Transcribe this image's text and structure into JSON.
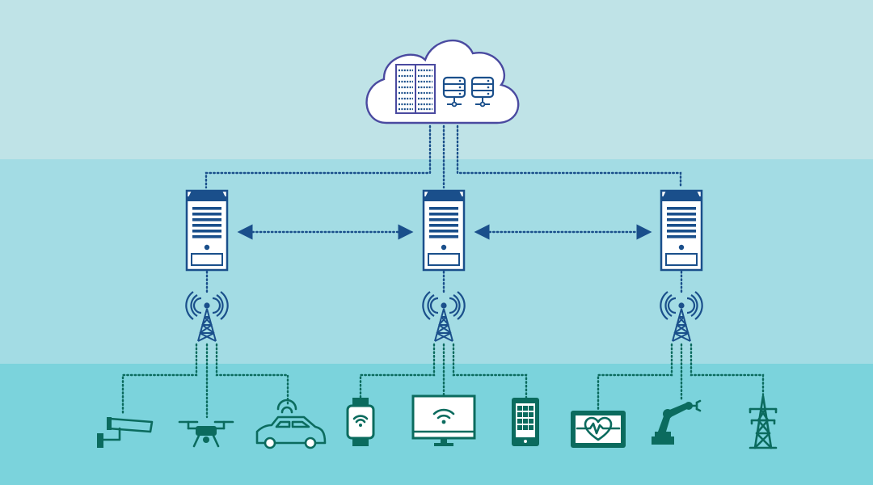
{
  "diagram": {
    "layers": [
      "cloud",
      "edge",
      "device"
    ],
    "colors": {
      "cloud_band": "#bfe3e7",
      "edge_band": "#a3dce4",
      "device_band": "#7bd3dc",
      "server_blue": "#1a4f8b",
      "cloud_outline": "#4a4aa0",
      "device_green": "#0b6b5e"
    },
    "cloud": {
      "icons": [
        "server-rack-icon",
        "database-icon",
        "database-icon"
      ]
    },
    "edge_nodes": [
      {
        "icon": "edge-server-icon",
        "tower": "antenna-tower-icon",
        "devices": [
          "security-camera-icon",
          "drone-icon",
          "connected-car-icon"
        ]
      },
      {
        "icon": "edge-server-icon",
        "tower": "antenna-tower-icon",
        "devices": [
          "smartwatch-icon",
          "wifi-monitor-icon",
          "tablet-icon"
        ]
      },
      {
        "icon": "edge-server-icon",
        "tower": "antenna-tower-icon",
        "devices": [
          "heart-monitor-icon",
          "robot-arm-icon",
          "power-pylon-icon"
        ]
      }
    ],
    "links": {
      "edge_to_edge": "bidirectional",
      "edge_to_cloud": "dotted",
      "tower_to_device": "dotted"
    }
  }
}
